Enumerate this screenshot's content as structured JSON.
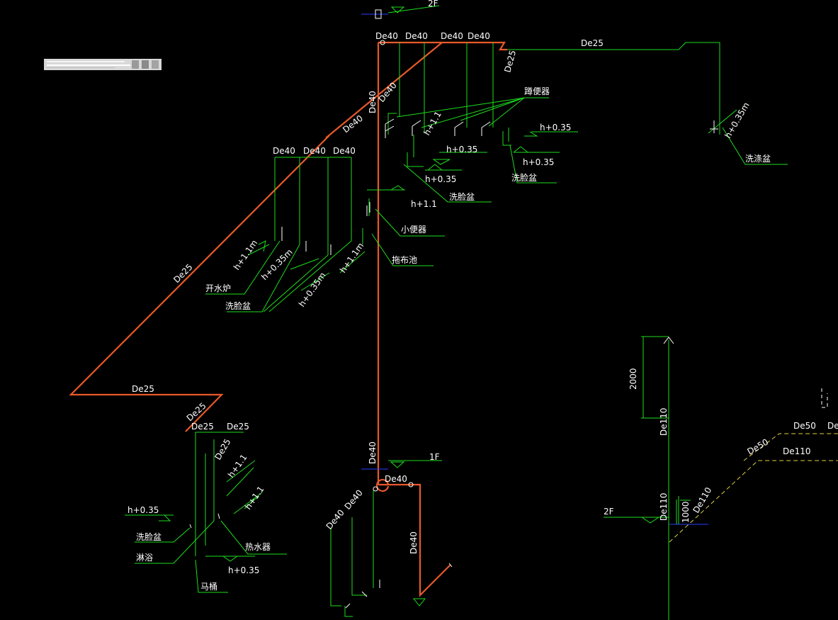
{
  "colors": {
    "background": "#000000",
    "main_pipe": "#e8592a",
    "branch_pipe": "#1edc1e",
    "text": "#ffffff",
    "drain_dashed": "#e0d040",
    "level_line": "#2a3cff"
  },
  "labels": {
    "floor_2f_top": "2F",
    "floor_1f": "1F",
    "floor_2f_right": "2F",
    "de40_a": "De40",
    "de40_b": "De40",
    "de40_c": "De40",
    "de40_d": "De40",
    "de25_top": "De25",
    "de25_riser": "De25",
    "de40_vert1": "De40",
    "de40_diag": "De40",
    "de40_diag2": "De40",
    "de40_left1": "De40",
    "de40_left2": "De40",
    "de40_left3": "De40",
    "de25_long_diag": "De25",
    "de25_horiz": "De25",
    "de25_small_diag": "De25",
    "de25_low1": "De25",
    "de25_low2": "De25",
    "de25_low_vert": "De25",
    "de40_main_low": "De40",
    "de40_bottom_center": "De40",
    "de40_bl1": "De40",
    "de40_bl2": "De40",
    "de40_right_low": "De40",
    "de110_a": "De110",
    "de110_b": "De110",
    "de110_c": "De110",
    "de110_d": "De110",
    "de50_a": "De50",
    "de50_b": "De50",
    "de_cut": "De",
    "dim_2000": "2000",
    "dim_1000": "1000",
    "squat_toilet": "蹲便器",
    "washbasin_1": "洗脸盆",
    "washbasin_2": "洗脸盆",
    "washbasin_3": "洗脸盆",
    "washbasin_4": "洗脸盆",
    "laundry_tub": "洗涤盆",
    "urinal": "小便器",
    "mop_sink": "拖布池",
    "boiler": "开水炉",
    "shower": "淋浴",
    "water_heater": "热水器",
    "toilet": "马桶",
    "h_035_a": "h+0.35",
    "h_035_b": "h+0.35",
    "h_035_c": "h+0.35",
    "h_035_d": "h+0.35",
    "h_035_e": "h+0.35",
    "h_035_f": "h+0.35",
    "h_11_a": "h+1.1",
    "h_11_b": "h+1.1",
    "h_11_c": "h+1.1",
    "h_11_d": "h+1.1",
    "h_11m_a": "h+1.1m",
    "h_11m_b": "h+1.1m",
    "h_035m_a": "h+0.35m",
    "h_035m_b": "h+0.35m",
    "h_035m_c": "h+0.35m"
  }
}
